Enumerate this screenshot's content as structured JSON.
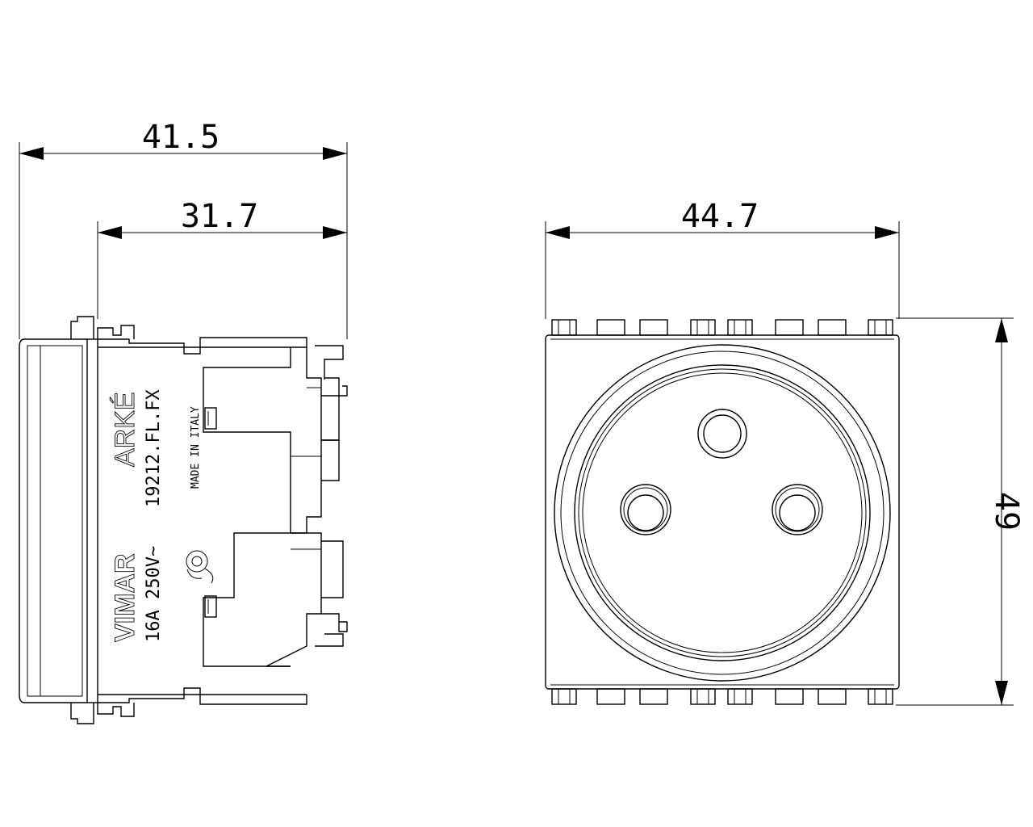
{
  "dimensions": {
    "overall_depth": "41.5",
    "body_depth": "31.7",
    "face_width": "44.7",
    "face_height": "49"
  },
  "side_markings": {
    "brand": "VIMAR",
    "rating": "16A  250V~",
    "series": "ARKÉ",
    "code": "19212.FL.FX",
    "origin": "MADE IN ITALY"
  },
  "colors": {
    "line": "#000000",
    "background": "#ffffff"
  }
}
